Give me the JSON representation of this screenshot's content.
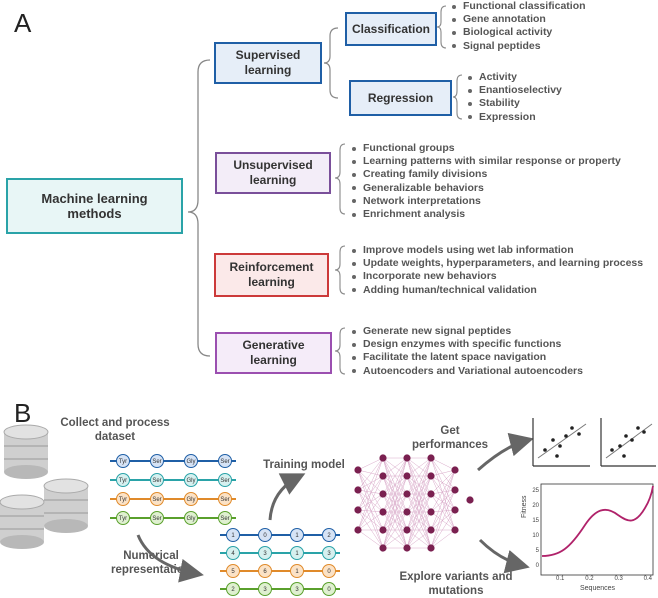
{
  "panel_a": {
    "letter": "A",
    "root": "Machine learning methods",
    "supervised": {
      "label": "Supervised learning",
      "classification": {
        "label": "Classification",
        "items": [
          "Functional classification",
          "Gene annotation",
          "Biological activity",
          "Signal peptides"
        ]
      },
      "regression": {
        "label": "Regression",
        "items": [
          "Activity",
          "Enantioselectivy",
          "Stability",
          "Expression"
        ]
      }
    },
    "unsupervised": {
      "label": "Unsupervised learning",
      "items": [
        "Functional groups",
        "Learning patterns with similar response or property",
        "Creating family divisions",
        "Generalizable behaviors",
        "Network interpretations",
        "Enrichment analysis"
      ]
    },
    "reinforcement": {
      "label": "Reinforcement learning",
      "items": [
        "Improve models using wet lab information",
        "Update weights, hyperparameters, and learning process",
        "Incorporate new behaviors",
        "Adding human/technical validation"
      ]
    },
    "generative": {
      "label": "Generative learning",
      "items": [
        "Generate new signal peptides",
        "Design enzymes with specific functions",
        "Facilitate the latent space navigation",
        "Autoencoders and Variational autoencoders"
      ]
    },
    "colors": {
      "root": "#2aa3a8",
      "supervised": "#1f5fa6",
      "unsupervised": "#7a4f9a",
      "reinforcement": "#cc3a3a",
      "generative": "#9b4fb0"
    }
  },
  "panel_b": {
    "letter": "B",
    "collect_label": "Collect and process dataset",
    "numerical_label": "Numerical representation",
    "training_label": "Training model",
    "performance_label": "Get performances",
    "explore_label": "Explore variants and mutations",
    "sequences": [
      [
        "Tyr",
        "Ser",
        "Gly",
        "Ser"
      ],
      [
        "Tyr",
        "Ser",
        "Gly",
        "Ser"
      ],
      [
        "Tyr",
        "Ser",
        "Gly",
        "Ser"
      ],
      [
        "Tyr",
        "Ser",
        "Gly",
        "Ser"
      ]
    ],
    "numbers": [
      [
        "1",
        "0",
        "1",
        "2"
      ],
      [
        "4",
        "3",
        "1",
        "3"
      ],
      [
        "5",
        "6",
        "1",
        "0"
      ],
      [
        "2",
        "3",
        "3",
        "0"
      ]
    ],
    "row_colors": [
      "#1f5fa6",
      "#2aa3a8",
      "#e08a2a",
      "#5aa02c"
    ],
    "row_fills": [
      "#d6e3f5",
      "#d6f0ef",
      "#fbe2c6",
      "#dff0d0"
    ],
    "fitness_chart": {
      "ylabel": "Fitness",
      "xlabel": "Sequences",
      "yticks": [
        "25",
        "20",
        "15",
        "10",
        "5",
        "0"
      ],
      "xticks": [
        "0.1",
        "0.2",
        "0.3",
        "0.4"
      ]
    }
  }
}
